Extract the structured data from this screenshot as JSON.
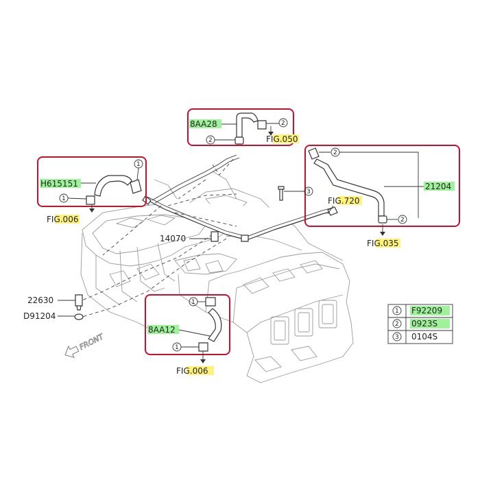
{
  "colors": {
    "highlight_green": "#9ef29a",
    "highlight_yellow": "#fff27a",
    "box_red": "#c8102e"
  },
  "parts": {
    "top_center": "8AA28",
    "left": "H615151",
    "right": "21204",
    "bottom": "8AA12",
    "pipe": "14070",
    "sensor": "22630",
    "washer": "D91204"
  },
  "figs": {
    "top_center_prefix": "F",
    "top_center_hl": "IG.050",
    "left_prefix": "F",
    "left_hl": "IG.00",
    "left_suffix": "6",
    "right_upper_prefix": "FI",
    "right_upper_hl": "G.72",
    "right_upper_suffix": "0",
    "right_lower_prefix": "FI",
    "right_lower_hl": "G.03",
    "right_lower_suffix": "5",
    "bottom_prefix": "FI",
    "bottom_hl": "G.006"
  },
  "callouts": {
    "one": "1",
    "two": "2",
    "three": "3"
  },
  "front_label": "FRONT",
  "legend": [
    {
      "num": "1",
      "code": "F92209"
    },
    {
      "num": "2",
      "code": "0923S"
    },
    {
      "num": "3",
      "code": "0104S"
    }
  ]
}
